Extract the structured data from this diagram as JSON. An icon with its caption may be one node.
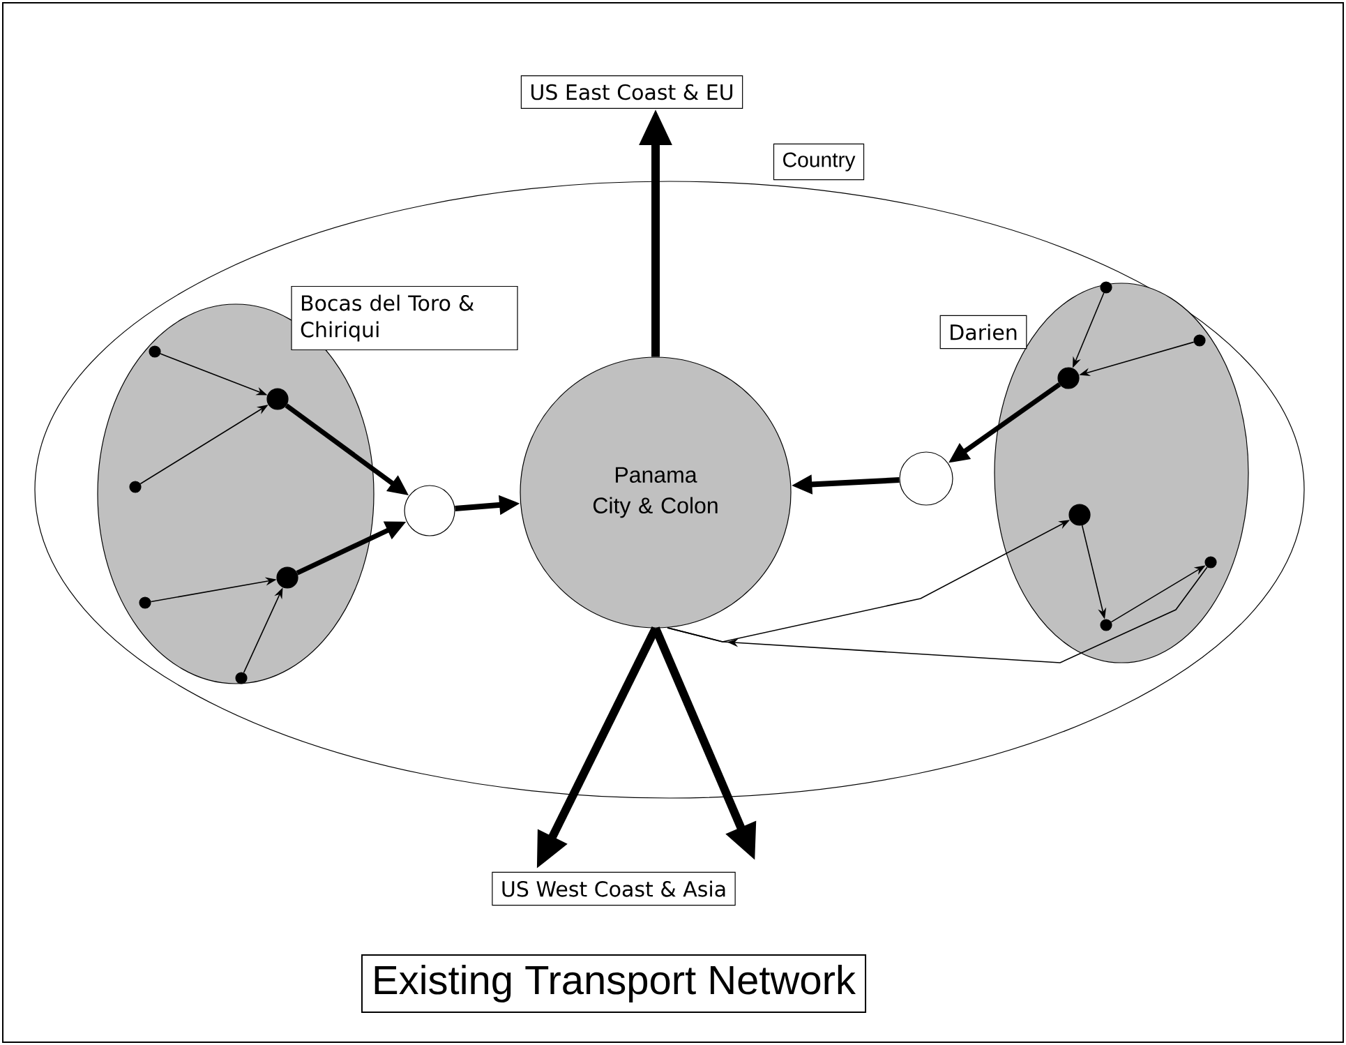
{
  "diagram": {
    "title": "Existing Transport Network",
    "nodes": [
      {
        "text": [
          "Country"
        ]
      },
      {
        "text": [
          "US East Coast & EU"
        ]
      },
      {
        "text": [
          "Bocas del Toro & Chiriqui"
        ],
        "in": 0
      },
      {
        "text": [
          "Darien"
        ],
        "in": 0
      },
      {
        "text": [
          "Panama City & Colon"
        ],
        "in": 0
      },
      {
        "text": [],
        "shape": "circle",
        "in": 0
      },
      {
        "text": [],
        "shape": "circle",
        "in": 0
      },
      {
        "text": [],
        "shape": "circle",
        "in": 2
      },
      {
        "text": [],
        "shape": "circle",
        "in": 2
      },
      {
        "text": [],
        "shape": "circle",
        "in": 2
      },
      {
        "text": [],
        "shape": "circle",
        "in": 2
      },
      {
        "text": [],
        "shape": "circle",
        "in": 2
      },
      {
        "text": [],
        "shape": "circle",
        "in": 2
      },
      {
        "text": [],
        "shape": "circle",
        "in": 3
      },
      {
        "text": [],
        "shape": "circle",
        "in": 3
      },
      {
        "text": [],
        "shape": "circle",
        "in": 3
      },
      {
        "text": [],
        "shape": "circle",
        "in": 3
      },
      {
        "text": [],
        "shape": "circle",
        "in": 3
      },
      {
        "text": [],
        "shape": "circle",
        "in": 3
      },
      {
        "text": [
          "US West Coast & Asia"
        ]
      }
    ],
    "edges": [
      {
        "from": 7,
        "to": 8,
        "arrow": "to"
      },
      {
        "from": 9,
        "to": 8,
        "arrow": "to"
      },
      {
        "from": 10,
        "to": 11,
        "arrow": "to"
      },
      {
        "from": 12,
        "to": 11,
        "arrow": "to"
      },
      {
        "from": 8,
        "to": 5,
        "arrow": "to",
        "style": "thick"
      },
      {
        "from": 11,
        "to": 5,
        "arrow": "to",
        "style": "thick"
      },
      {
        "from": 5,
        "to": 4,
        "arrow": "to",
        "style": "thick"
      },
      {
        "from": 13,
        "to": 15,
        "arrow": "to"
      },
      {
        "from": 14,
        "to": 15,
        "arrow": "to"
      },
      {
        "from": 15,
        "to": 6,
        "arrow": "to",
        "style": "thick"
      },
      {
        "from": 6,
        "to": 4,
        "arrow": "to",
        "style": "thick"
      },
      {
        "from": 16,
        "to": 18,
        "arrow": "to"
      },
      {
        "from": 18,
        "to": 17,
        "arrow": "to"
      },
      {
        "from": 17,
        "to": 4,
        "arrow": "to"
      },
      {
        "from": 4,
        "to": 16,
        "arrow": "to"
      },
      {
        "from": 4,
        "to": 1,
        "arrow": "to",
        "style": "thick"
      },
      {
        "from": 4,
        "to": 19,
        "arrow": "to",
        "style": "thick"
      },
      {
        "from": 4,
        "to": 19,
        "arrow": "to",
        "style": "thick"
      }
    ]
  }
}
